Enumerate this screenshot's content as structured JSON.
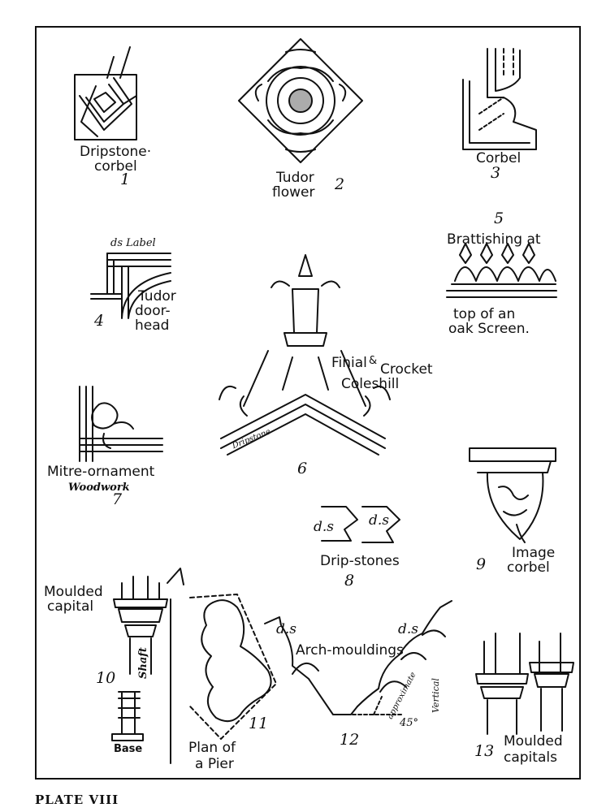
{
  "plate_caption": "PLATE VIII",
  "labels": {
    "dripstone_corbel_1": "Dripstone·",
    "dripstone_corbel_2": "corbel",
    "tudor_flower_1": "Tudor",
    "tudor_flower_2": "flower",
    "corbel": "Corbel",
    "ds_label": "ds  Label",
    "tudor_doorhead_1": "Tudor",
    "tudor_doorhead_2": "door-",
    "tudor_doorhead_3": "head",
    "brattishing_1": "Brattishing at",
    "brattishing_2": "top of an",
    "brattishing_3": "oak Screen.",
    "finial_1": "Finial",
    "finial_amp": "&",
    "finial_2": "Crocket",
    "coleshill": "Coleshill",
    "dripstone_small": "Dripstone",
    "mitre_1": "Mitre-ornament",
    "mitre_2": "Woodwork",
    "ds_1": "d.s",
    "ds_2": "d.s",
    "drip_stones": "Drip-stones",
    "image_corbel_1": "Image",
    "image_corbel_2": "corbel",
    "moulded_capital_1": "Moulded",
    "moulded_capital_2": "capital",
    "shaft": "Shaft",
    "base": "Base",
    "plan_pier_1": "Plan of",
    "plan_pier_2": "a Pier",
    "ds_3": "d.s",
    "ds_4": "d.s",
    "arch_mouldings": "Arch-mouldings",
    "approximate": "approximate",
    "vertical": "Vertical",
    "angle": "45°",
    "moulded_capitals_1": "Moulded",
    "moulded_capitals_2": "capitals"
  },
  "numbers": {
    "n1": "1",
    "n2": "2",
    "n3": "3",
    "n4": "4",
    "n5": "5",
    "n6": "6",
    "n7": "7",
    "n8": "8",
    "n9": "9",
    "n10": "10",
    "n11": "11",
    "n12": "12",
    "n13": "13"
  }
}
